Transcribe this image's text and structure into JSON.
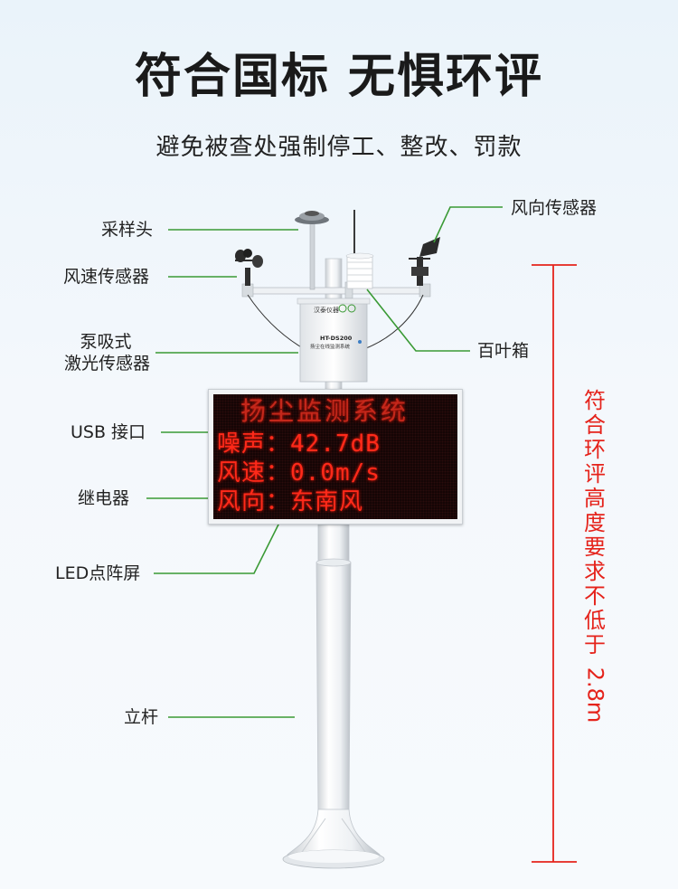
{
  "header": {
    "title": "符合国标 无惧环评",
    "subtitle": "避免被查处强制停工、整改、罚款"
  },
  "labels": {
    "sampler": "采样头",
    "wind_direction_sensor": "风向传感器",
    "wind_speed_sensor": "风速传感器",
    "pump_laser_line1": "泵吸式",
    "pump_laser_line2": "激光传感器",
    "louver_box": "百叶箱",
    "usb_port": "USB 接口",
    "relay": "继电器",
    "led_screen": "LED点阵屏",
    "pole": "立杆"
  },
  "device": {
    "brand": "汉泰仪器",
    "model": "HT-DS200",
    "system_name": "扬尘在线监测系统"
  },
  "led_display": {
    "title": "扬尘监测系统",
    "rows": [
      {
        "key": "噪声",
        "sep": "：",
        "value": "42.7dB"
      },
      {
        "key": "风速",
        "sep": "：",
        "value": "0.0m/s"
      },
      {
        "key": "风向",
        "sep": "：",
        "value": "东南风"
      }
    ]
  },
  "height_note": {
    "text": "符合环评高度要求 不低于",
    "value": "2.8m"
  },
  "colors": {
    "leader_line": "#3a9a35",
    "height_marker": "#e5231b",
    "led_text": "#ff2a1a"
  }
}
